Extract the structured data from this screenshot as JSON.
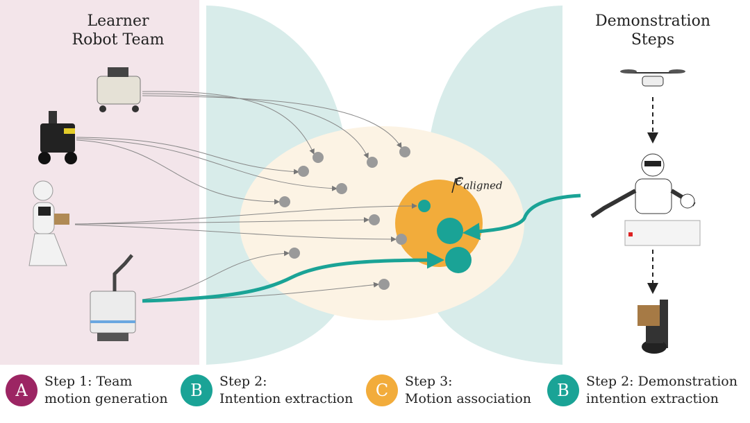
{
  "left_title": [
    "Learner",
    "Robot Team"
  ],
  "right_title": [
    "Demonstration",
    "Steps"
  ],
  "aligned_label": {
    "symbol": "ϵ",
    "subscript": "aligned"
  },
  "colors": {
    "panel": "#f3e5ea",
    "lobes": "#d8ecea",
    "ellipse": "#fcf3e4",
    "orange": "#f2ac3b",
    "teal": "#1aa396",
    "magenta": "#9c2563",
    "gray": "#9a9a9a"
  },
  "legend": [
    {
      "letter": "A",
      "line1": "Step 1: Team",
      "line2": "motion generation",
      "color": "#9c2563"
    },
    {
      "letter": "B",
      "line1": "Step 2:",
      "line2": "Intention extraction",
      "color": "#1aa396"
    },
    {
      "letter": "C",
      "line1": "Step 3:",
      "line2": "Motion association",
      "color": "#f2ac3b"
    },
    {
      "letter": "B",
      "line1": "Step 2: Demonstration",
      "line2": "intention extraction",
      "color": "#1aa396"
    }
  ]
}
